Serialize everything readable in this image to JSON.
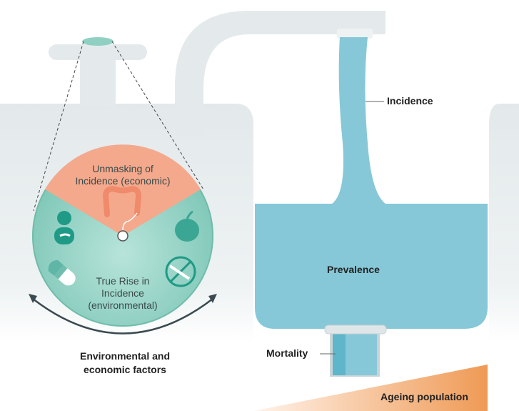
{
  "labels": {
    "incidence": "Incidence",
    "prevalence": "Prevalence",
    "mortality": "Mortality",
    "ageing_population": "Ageing population",
    "factors_line1": "Environmental and",
    "factors_line2": "economic factors"
  },
  "circle": {
    "economic_line1": "Unmasking of",
    "economic_line2": "Incidence (economic)",
    "environmental_line1": "True Rise in",
    "environmental_line2": "Incidence",
    "environmental_line3": "(environmental)"
  },
  "colors": {
    "water": "#86c8d8",
    "basin": "#e4eaec",
    "economic": "#f4a98c",
    "environmental": "#8fd0c2",
    "ageing": "#ef9a55"
  }
}
